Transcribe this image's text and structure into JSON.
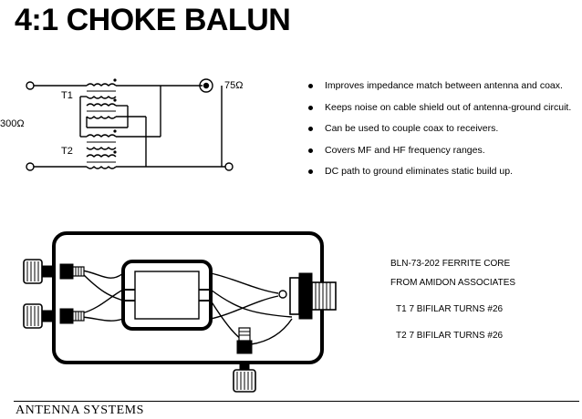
{
  "title": "4:1 CHOKE BALUN",
  "schematic": {
    "t1_label": "T1",
    "t2_label": "T2",
    "impedance_in": "300Ω",
    "impedance_out": "75Ω"
  },
  "features": [
    "Improves impedance match between antenna and coax.",
    "Keeps noise on cable shield out of antenna-ground circuit.",
    "Can be used to couple coax to receivers.",
    "Covers MF and HF frequency ranges.",
    "DC path to ground eliminates static build up."
  ],
  "notes": {
    "core": "BLN-73-202 FERRITE CORE",
    "source": "FROM AMIDON ASSOCIATES",
    "t1_turns": "T1 7 BIFILAR TURNS #26",
    "t2_turns": "T2 7 BIFILAR TURNS #26"
  },
  "footer": "ANTENNA SYSTEMS"
}
